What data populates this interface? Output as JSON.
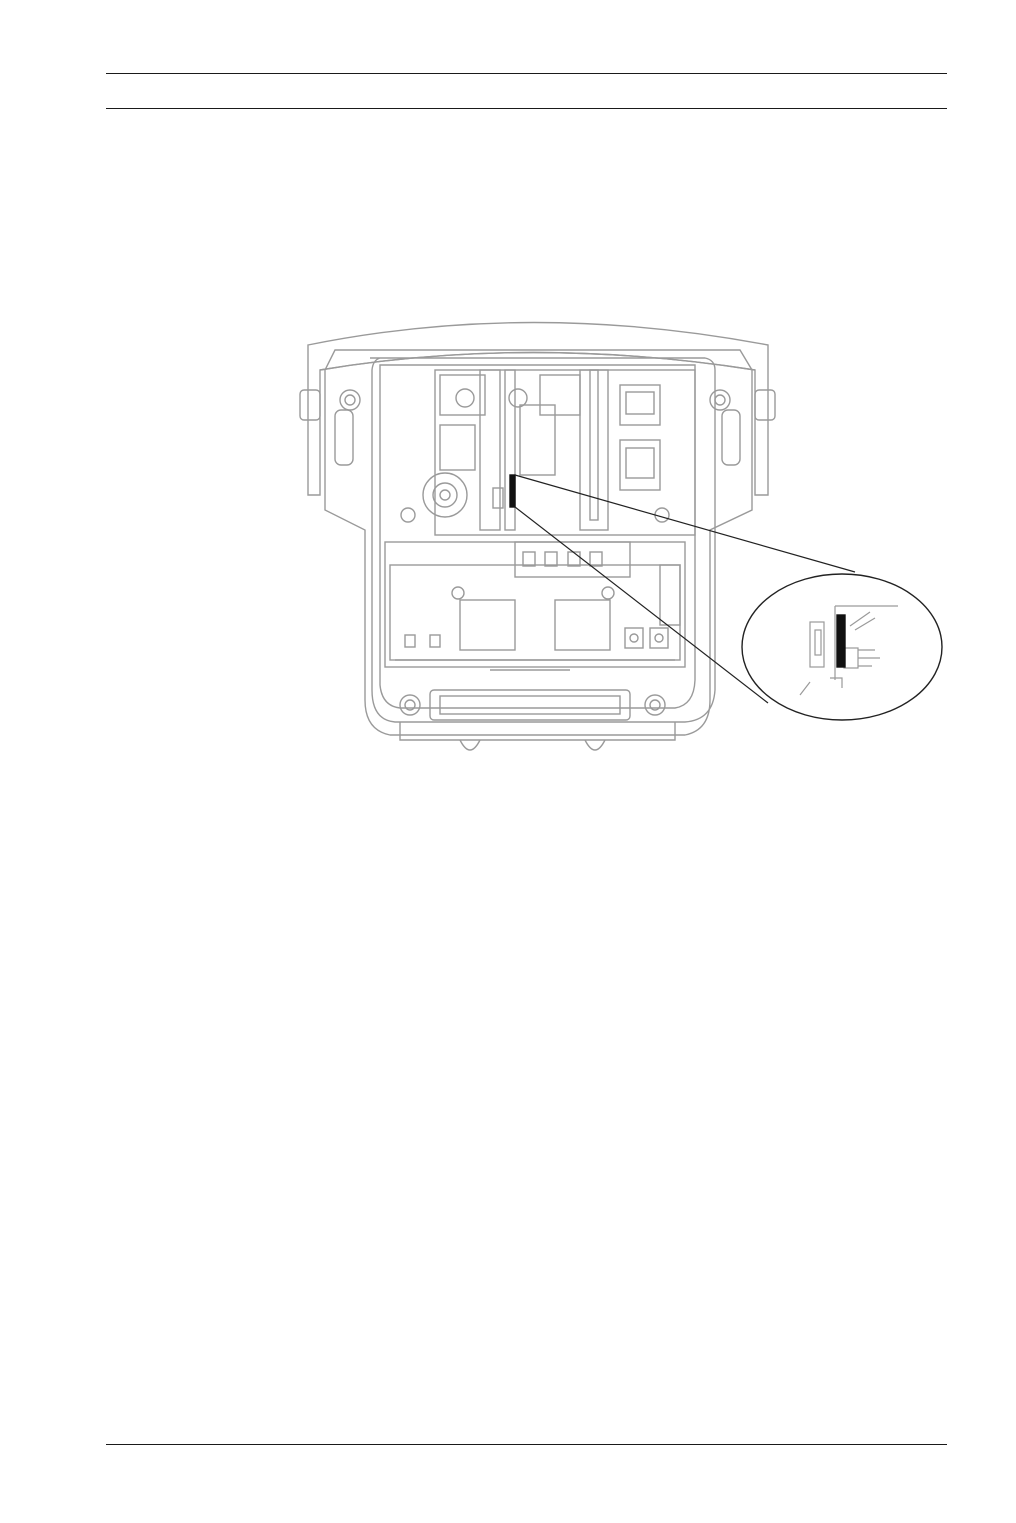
{
  "document": {
    "header_rules": 2,
    "footer_rules": 1,
    "figure": {
      "subject": "camera-housing-interior-with-detail-callout",
      "line_color": "#9a9a9a",
      "highlight_color": "#111111",
      "callout_line_color": "#222222"
    }
  }
}
